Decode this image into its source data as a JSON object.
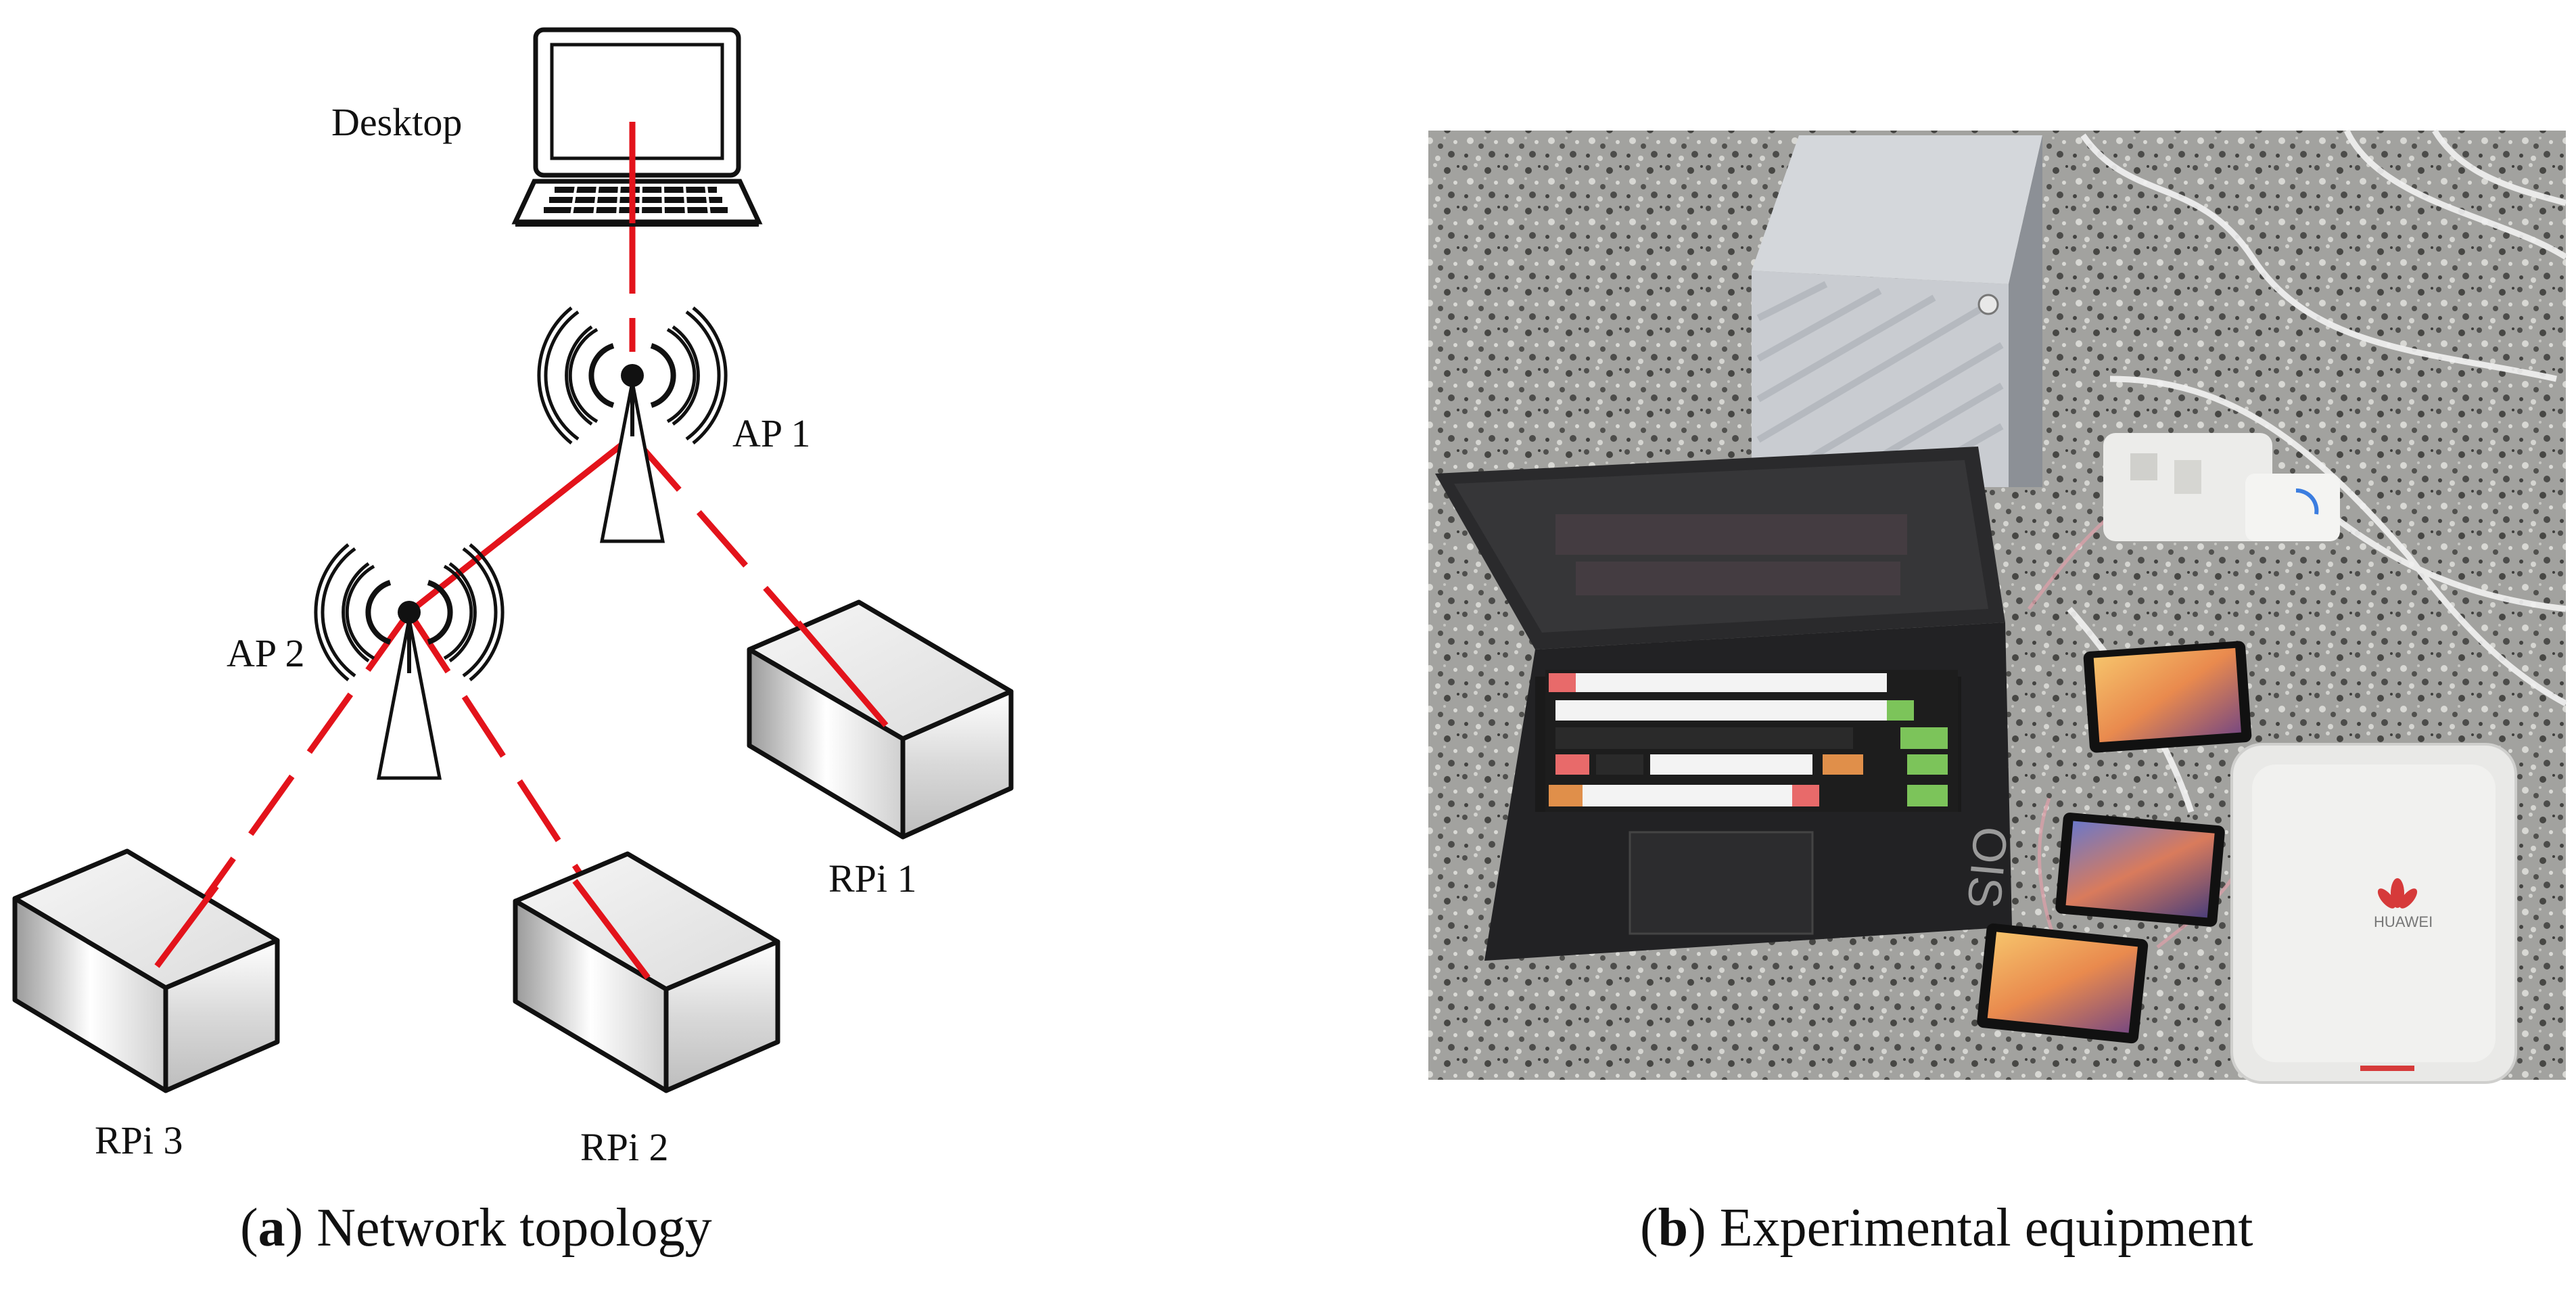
{
  "figure": {
    "panel_a": {
      "nodes": {
        "desktop": "Desktop",
        "ap1": "AP 1",
        "ap2": "AP 2",
        "rpi1": "RPi 1",
        "rpi2": "RPi 2",
        "rpi3": "RPi 3"
      },
      "caption_letter": "a",
      "caption_text": "Network topology"
    },
    "panel_b": {
      "laptop_brand": "OIS",
      "router_brand": "HUAWEI",
      "caption_letter": "b",
      "caption_text": "Experimental equipment"
    }
  },
  "colors": {
    "link": "#e3131b",
    "outline": "#111111"
  }
}
